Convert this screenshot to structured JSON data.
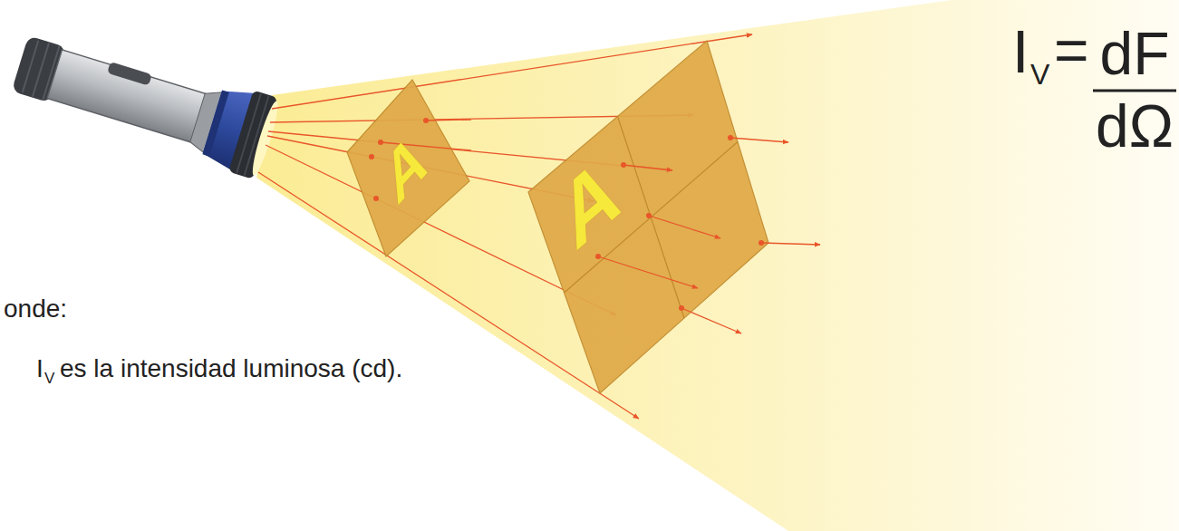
{
  "diagram": {
    "labels": [
      "I",
      "V",
      "=",
      "dF",
      "dΩ",
      "A",
      "A",
      "onde:",
      "I",
      "V",
      "es la intensidad luminosa (cd)."
    ]
  }
}
